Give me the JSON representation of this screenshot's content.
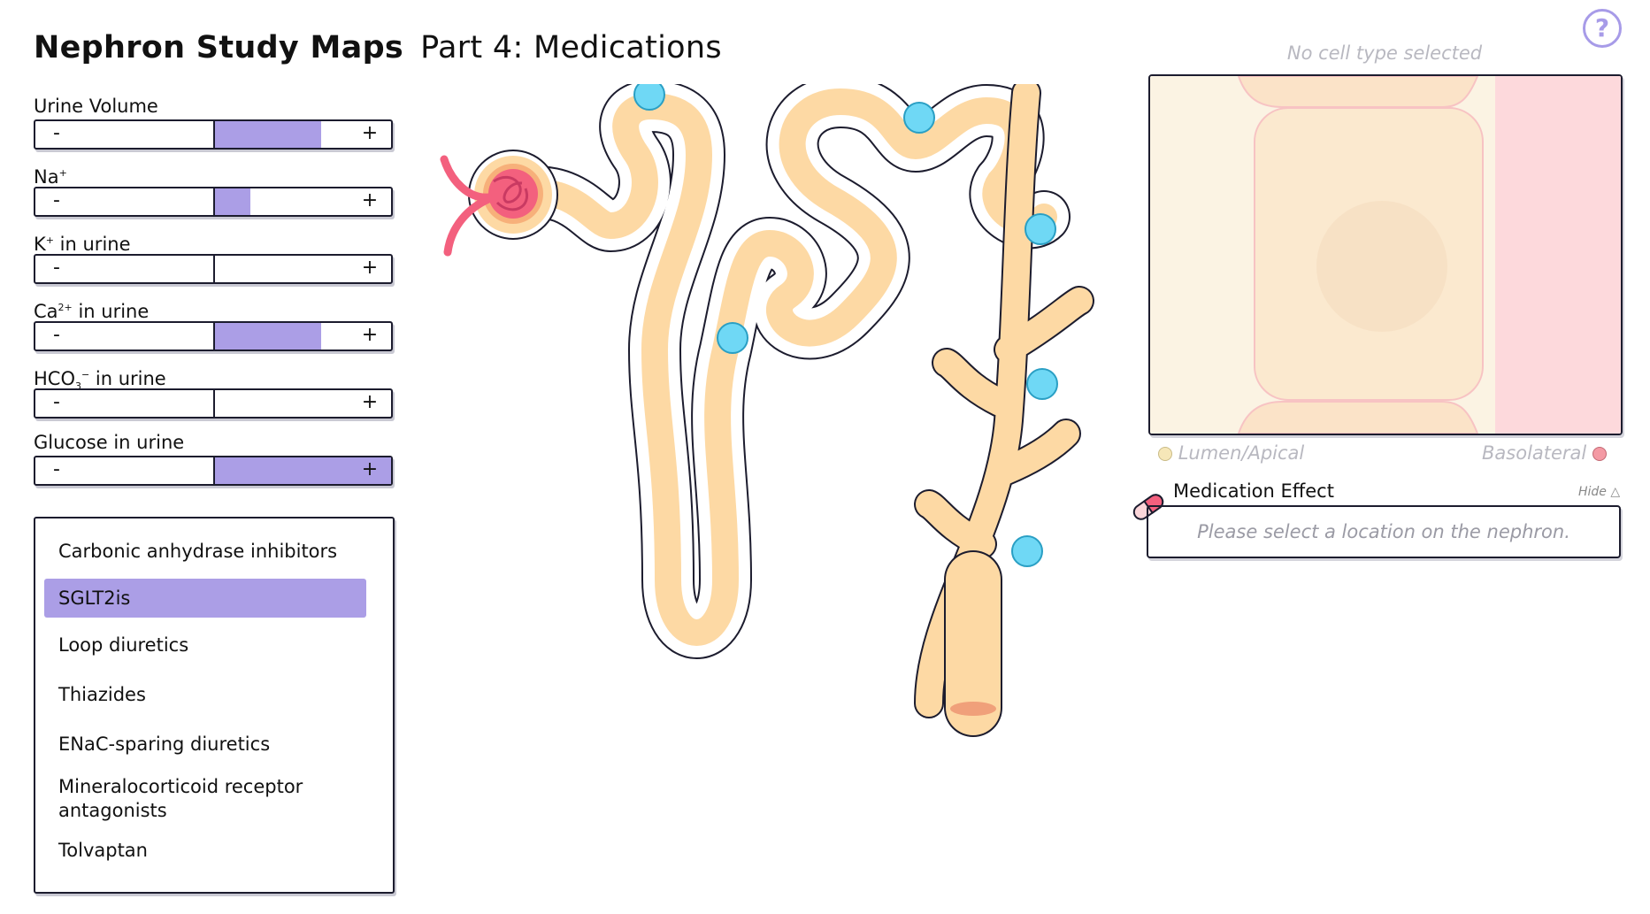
{
  "header": {
    "title": "Nephron Study Maps",
    "subtitle": "Part 4: Medications"
  },
  "help": {
    "label": "?"
  },
  "controls": [
    {
      "label": "Urine Volume",
      "minus": "-",
      "plus": "+",
      "fill_start": 0.5,
      "fill_end": 0.8
    },
    {
      "label": "Na",
      "sup": "+",
      "tail": "",
      "minus": "-",
      "plus": "+",
      "fill_start": 0.5,
      "fill_end": 0.6
    },
    {
      "label": "K",
      "sup": "+",
      "tail": " in urine",
      "minus": "-",
      "plus": "+",
      "fill_start": 0.5,
      "fill_end": 0.5
    },
    {
      "label": "Ca",
      "sup": "2+",
      "tail": " in urine",
      "minus": "-",
      "plus": "+",
      "fill_start": 0.5,
      "fill_end": 0.8
    },
    {
      "label": "HCO",
      "sub": "3",
      "sup": "−",
      "tail": " in urine",
      "minus": "-",
      "plus": "+",
      "fill_start": 0.5,
      "fill_end": 0.5
    },
    {
      "label": "Glucose in urine",
      "minus": "-",
      "plus": "+",
      "fill_start": 0.5,
      "fill_end": 1.0
    }
  ],
  "medications": [
    {
      "label": "Carbonic anhydrase inhibitors",
      "selected": false
    },
    {
      "label": "SGLT2is",
      "selected": true
    },
    {
      "label": "Loop diuretics",
      "selected": false
    },
    {
      "label": "Thiazides",
      "selected": false
    },
    {
      "label": "ENaC-sparing diuretics",
      "selected": false
    },
    {
      "label": "Mineralocorticoid receptor antagonists",
      "selected": false
    },
    {
      "label": "Tolvaptan",
      "selected": false
    }
  ],
  "cell_panel": {
    "caption": "No cell type selected",
    "lumen_label": "Lumen/Apical",
    "basolateral_label": "Basolateral",
    "lumen_color": "#f6e7b8",
    "basolateral_color": "#f49aa4"
  },
  "effect": {
    "title": "Medication Effect",
    "hide_label": "Hide △",
    "placeholder": "Please select a location on the nephron."
  },
  "colors": {
    "accent": "#ab9ee6",
    "tubule": "#fdd9a4",
    "marker": "#6fd8f5",
    "glomerulus": "#f3607e"
  }
}
